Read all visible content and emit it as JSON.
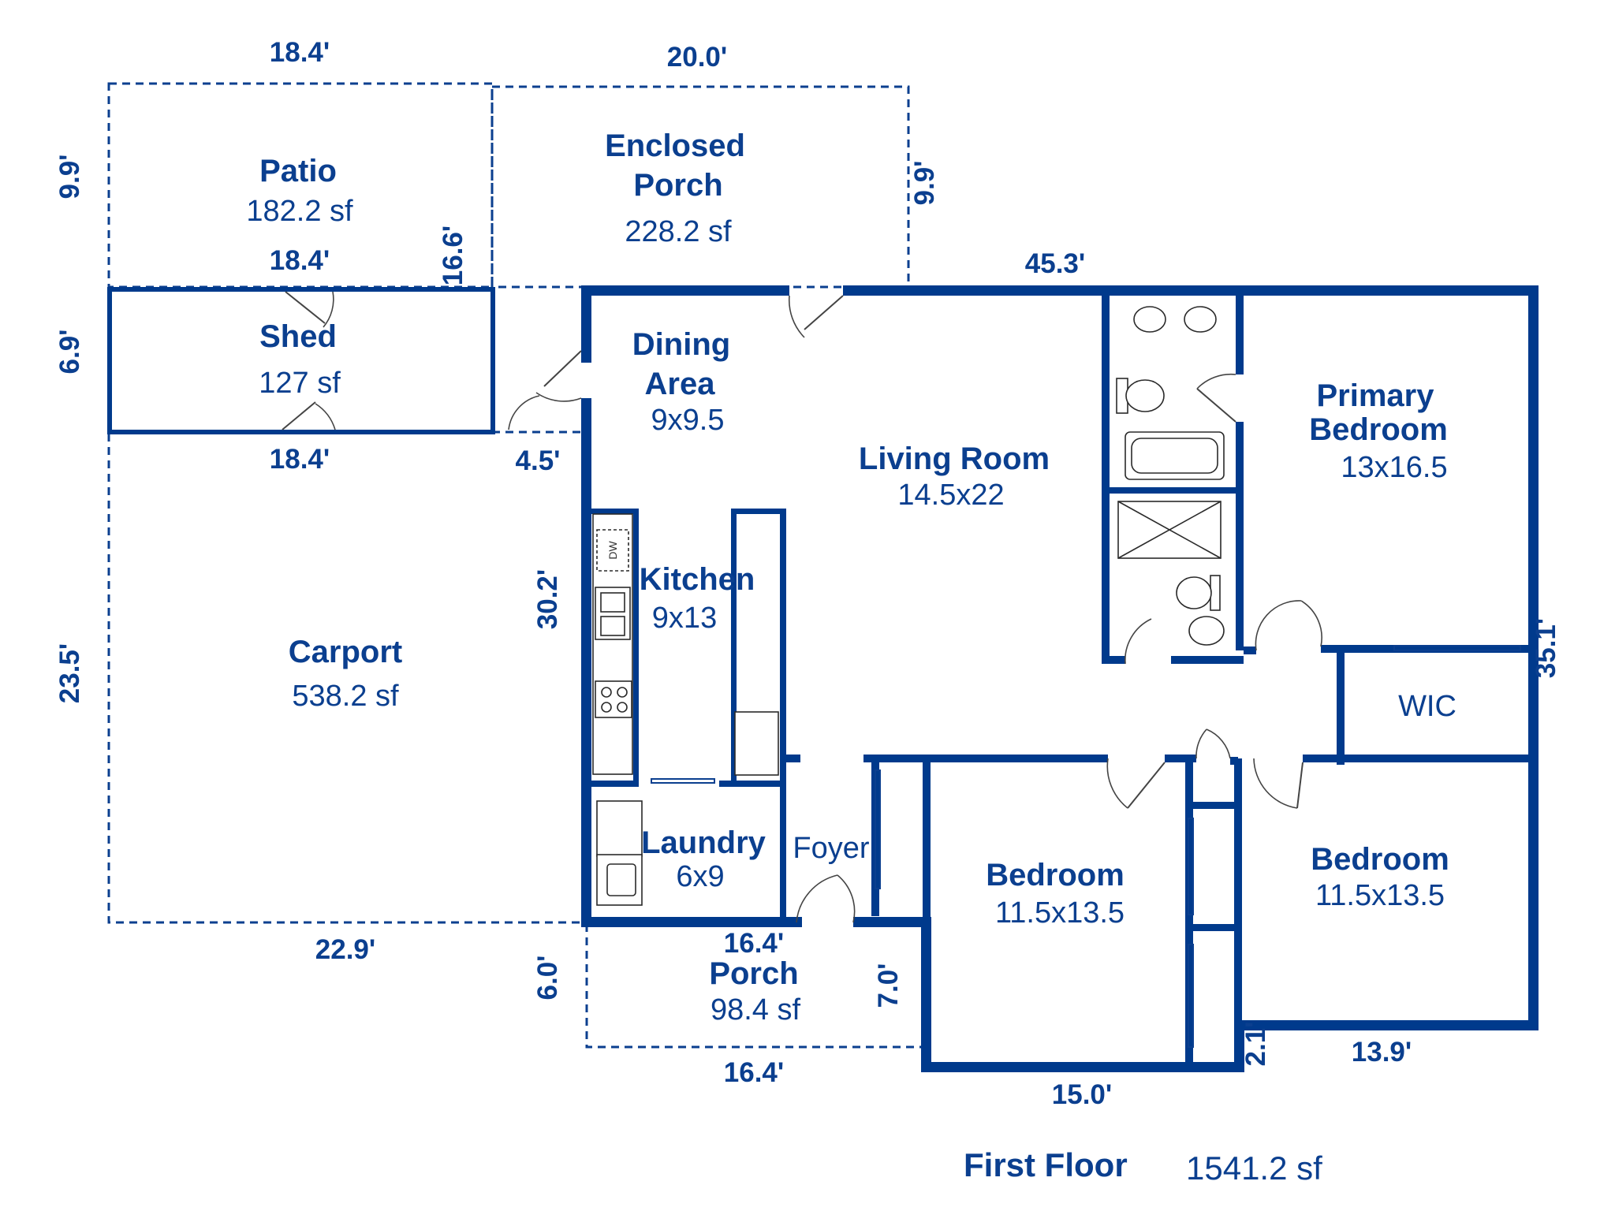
{
  "rooms": {
    "patio": {
      "name": "Patio",
      "size": "182.2 sf"
    },
    "enclosed_porch": {
      "name_line1": "Enclosed",
      "name_line2": "Porch",
      "size": "228.2 sf"
    },
    "shed": {
      "name": "Shed",
      "size": "127 sf"
    },
    "dining": {
      "name_line1": "Dining",
      "name_line2": "Area",
      "size": "9x9.5"
    },
    "living": {
      "name": "Living Room",
      "size": "14.5x22"
    },
    "primary_bedroom": {
      "name_line1": "Primary",
      "name_line2": "Bedroom",
      "size": "13x16.5"
    },
    "kitchen": {
      "name": "Kitchen",
      "size": "9x13"
    },
    "carport": {
      "name": "Carport",
      "size": "538.2 sf"
    },
    "wic": {
      "name": "WIC"
    },
    "laundry": {
      "name": "Laundry",
      "size": "6x9"
    },
    "foyer": {
      "name": "Foyer"
    },
    "bedroom_2": {
      "name": "Bedroom",
      "size": "11.5x13.5"
    },
    "bedroom_3": {
      "name": "Bedroom",
      "size": "11.5x13.5"
    },
    "porch": {
      "name": "Porch",
      "size": "98.4 sf"
    }
  },
  "dimensions": {
    "patio_top": "18.4'",
    "porch_top": "20.0'",
    "patio_left": "9.9'",
    "enclosed_porch_right": "9.9'",
    "patio_bottom": "18.4'",
    "shed_right": "16.6'",
    "house_top": "45.3'",
    "shed_left": "6.9'",
    "shed_bottom": "18.4'",
    "gap": "4.5'",
    "kitchen_side": "30.2'",
    "carport_left": "23.5'",
    "house_right": "35.1'",
    "carport_bottom": "22.9'",
    "porch_top_width": "16.4'",
    "porch_left": "6.0'",
    "porch_right": "7.0'",
    "porch_bottom": "16.4'",
    "bedroom_bottom": "15.0'",
    "small_step": "2.1'",
    "bedroom_right_bottom": "13.9'"
  },
  "appliances": {
    "dishwasher": "DW"
  },
  "footer": {
    "floor": "First Floor",
    "area": "1541.2 sf"
  },
  "colors": {
    "wall": "#003A8C",
    "text": "#0B3F8F"
  }
}
